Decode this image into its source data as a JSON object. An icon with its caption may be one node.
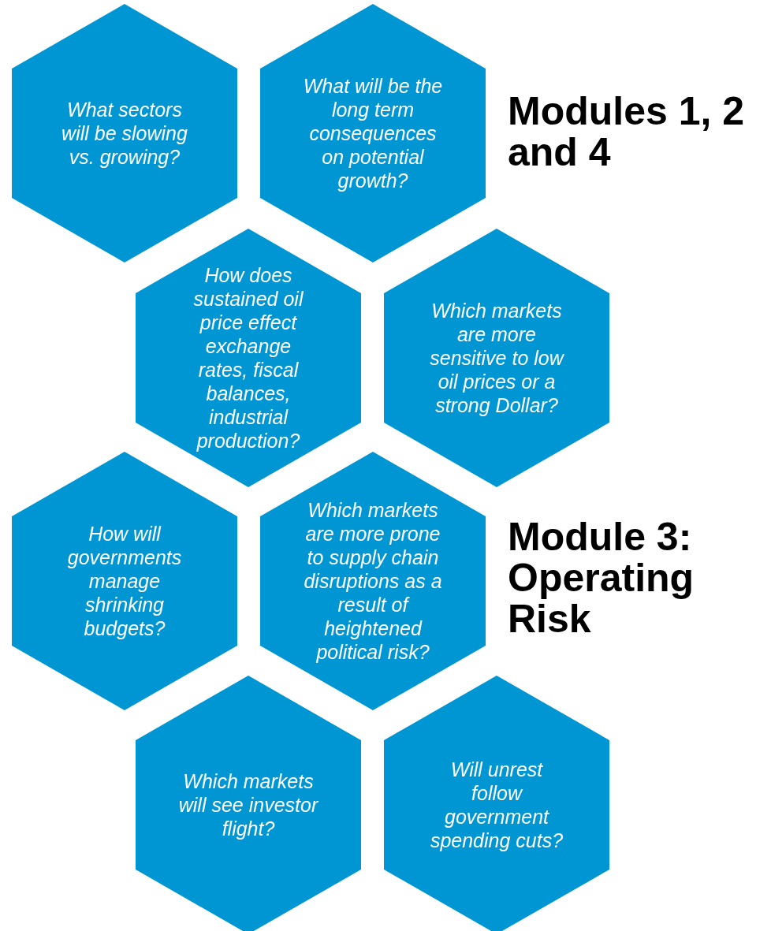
{
  "diagram": {
    "nodes": [
      {
        "text": [
          "What sectors will be slowing vs. growing?"
        ]
      },
      {
        "text": [
          "What will be the long term consequences on potential growth?"
        ]
      },
      {
        "text": [
          "How does sustained oil price effect exchange rates, fiscal balances, industrial production?"
        ]
      },
      {
        "text": [
          "Which markets are more sensitive to low oil prices or a strong Dollar?"
        ]
      },
      {
        "text": [
          "How will governments manage shrinking budgets?"
        ]
      },
      {
        "text": [
          "Which markets are more prone to supply chain disruptions as a result of heightened political risk?"
        ]
      },
      {
        "text": [
          "Which markets will see investor flight?"
        ]
      },
      {
        "text": [
          "Will unrest follow government spending cuts?"
        ]
      }
    ],
    "edges": [],
    "labels": [
      "Modules 1, 2 and 4",
      "Module 3: Operating Risk"
    ]
  }
}
